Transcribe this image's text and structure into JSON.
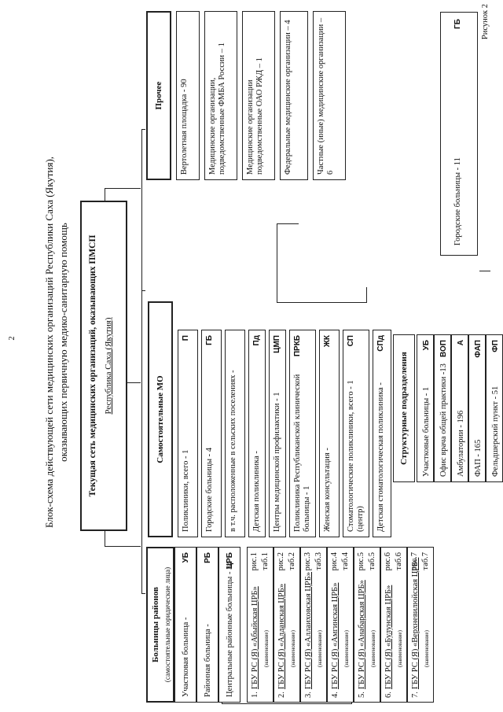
{
  "page_number": "2",
  "figure_label": "Рисунок 2",
  "title_line1": "Блок-схема действующей сети медицинских организаций Республики Саха (Якутия),",
  "title_line2": "оказывающих первичную медико-санитарную помощь",
  "root": {
    "line1": "Текущая сеть медицинских организаций, оказывающих ПМСП",
    "line2": "Республика Саха (Якутия)"
  },
  "hospitals": {
    "header": "Больницы районов",
    "subheader": "(самостоятельные юридические лица)",
    "rows": [
      {
        "text": "Участковая больница -",
        "code": "УБ"
      },
      {
        "text": "Районная больница -",
        "code": "РБ"
      },
      {
        "text": "Центральные районные больницы - 34",
        "code": "ЦРБ"
      }
    ],
    "entries": [
      {
        "num": "1.",
        "org": "ГБУ РС (Я) «Абыйская ЦРБ»",
        "note": "(наименование)",
        "ris": "рис.1",
        "tab": "таб.1"
      },
      {
        "num": "2.",
        "org": "ГБУ РС (Я) «Алданская ЦРБ»",
        "note": "(наименование)",
        "ris": "рис.2",
        "tab": "таб.2"
      },
      {
        "num": "3.",
        "org": "ГБУ РС (Я) «Аллаиховская ЦРБ»",
        "note": "(наименование)",
        "ris": "рис.3",
        "tab": "таб.3"
      },
      {
        "num": "4.",
        "org": "ГБУ РС (Я) «Амгинская ЦРБ»",
        "note": "(наименование)",
        "ris": "рис.4",
        "tab": "таб.4"
      },
      {
        "num": "5.",
        "org": "ГБУ РС (Я) «Анабарская ЦРБ»",
        "note": "(наименование)",
        "ris": "рис.5",
        "tab": "таб.5"
      },
      {
        "num": "6.",
        "org": "ГБУ РС (Я) «Булунская ЦРБ»",
        "note": "(наименование)",
        "ris": "рис.6",
        "tab": "таб.6"
      },
      {
        "num": "7.",
        "org": "ГБУ РС (Я) «Верхневилюйская ЦРБ»",
        "note": "(наименование)",
        "ris": "рис.7",
        "tab": "таб.7"
      }
    ]
  },
  "independent": {
    "header": "Самостоятельные МО",
    "rows": [
      {
        "text": "Поликлиники, всего - 1",
        "code": "П"
      },
      {
        "text": "Городские больницы - 4",
        "code": "ГБ"
      },
      {
        "text": "в т.ч. расположенные в сельских поселениях -",
        "code": ""
      },
      {
        "text": "Детская поликлиника -",
        "code": "Пд"
      },
      {
        "text": "Центры медицинской профилактики - 1",
        "code": "ЦМП"
      },
      {
        "text": "Поликлиника Республиканской клинической больницы - 1",
        "code": "ПРКБ"
      },
      {
        "text": "Женская консультация -",
        "code": "ЖК"
      },
      {
        "text": "Стоматологические поликлиники, всего - 1 (центр)",
        "code": "СП"
      },
      {
        "text": "Детская стоматологическая поликлиника -",
        "code": "СПд"
      }
    ]
  },
  "structural": {
    "header": "Структурные подразделения",
    "rows": [
      {
        "text": "Участковые больницы - 1",
        "code": "УБ"
      },
      {
        "text": "Офис врача общей практики -13",
        "code": "ВОП"
      },
      {
        "text": "Амбулатории - 196",
        "code": "А"
      },
      {
        "text": "ФАП - 165",
        "code": "ФАП"
      },
      {
        "text": "Фельдшерский пункт - 51",
        "code": "ФП"
      }
    ],
    "city": {
      "text": "Городские больницы - 11",
      "code": "ГБ"
    }
  },
  "other": {
    "header": "Прочее",
    "items": [
      "Вертолетная площадка - 90",
      "Медицинские организации, подведомственные ФМБА России – 1",
      "Медицинские организации подведомственные ОАО РЖД – 1",
      "Федеральные медицинские организации – 4",
      "Частные (иные) медицинские организации – 6"
    ]
  }
}
